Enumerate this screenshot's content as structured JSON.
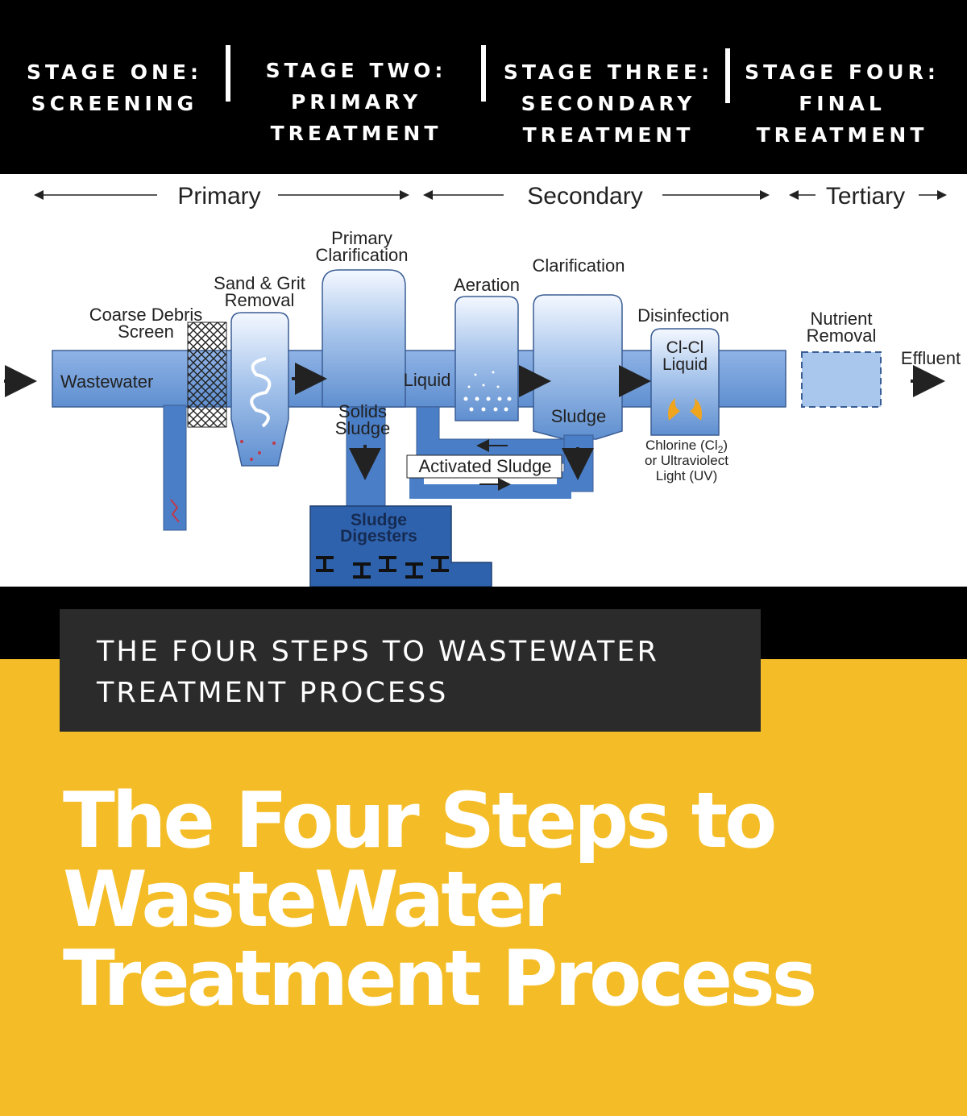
{
  "stages": [
    {
      "line1": "STAGE ONE:",
      "line2": "SCREENING",
      "line3": ""
    },
    {
      "line1": "STAGE TWO:",
      "line2": "PRIMARY",
      "line3": "TREATMENT"
    },
    {
      "line1": "STAGE THREE:",
      "line2": "SECONDARY",
      "line3": "TREATMENT"
    },
    {
      "line1": "STAGE FOUR:",
      "line2": "FINAL",
      "line3": "TREATMENT"
    }
  ],
  "diagram": {
    "phases": {
      "primary": "Primary",
      "secondary": "Secondary",
      "tertiary": "Tertiary"
    },
    "labels": {
      "wastewater": "Wastewater",
      "coarse_debris_1": "Coarse Debris",
      "coarse_debris_2": "Screen",
      "sand_grit_1": "Sand & Grit",
      "sand_grit_2": "Removal",
      "primary_clar_1": "Primary",
      "primary_clar_2": "Clarification",
      "aeration": "Aeration",
      "clarification": "Clarification",
      "disinfection": "Disinfection",
      "clcl_1": "Cl-Cl",
      "clcl_2": "Liquid",
      "nutrient_1": "Nutrient",
      "nutrient_2": "Removal",
      "effluent": "Effluent",
      "liquid": "Liquid",
      "solids_1": "Solids",
      "solids_2": "Sludge",
      "sludge": "Sludge",
      "activated_sludge": "Activated Sludge",
      "chlorine_1": "Chlorine (Cl",
      "chlorine_sub": "2",
      "chlorine_close": ")",
      "chlorine_2": "or Ultraviolect",
      "chlorine_3": "Light (UV)",
      "digesters_1": "Sludge",
      "digesters_2": "Digesters"
    }
  },
  "subtitle": {
    "line1": "THE FOUR STEPS TO WASTEWATER",
    "line2": "TREATMENT PROCESS"
  },
  "headline": {
    "line1": "The Four Steps to",
    "line2": "WasteWater",
    "line3": "Treatment Process"
  },
  "colors": {
    "accent_yellow": "#f4bd27",
    "water_blue": "#5f8fd0",
    "dark_panel": "#2b2b2b"
  }
}
